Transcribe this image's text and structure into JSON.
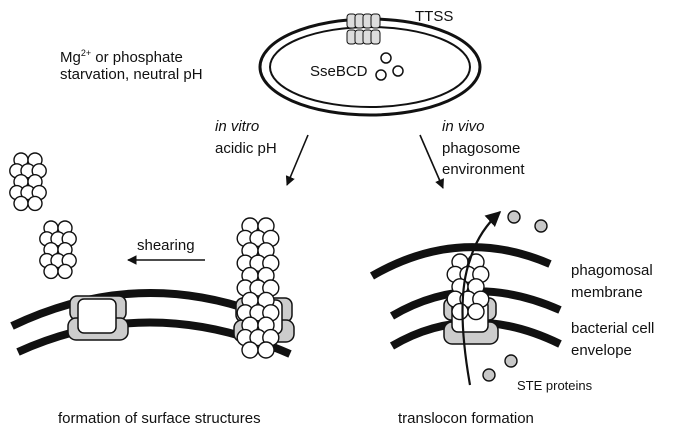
{
  "labels": {
    "ttss": "TTSS",
    "ssebcd": "SseBCD",
    "starvation": {
      "mg": "Mg",
      "charge": "2+",
      "rest": " or phosphate",
      "line2": "starvation, neutral pH"
    },
    "invitro": {
      "line1": "in vitro",
      "line2": "acidic pH"
    },
    "invivo": {
      "line1": "in vivo",
      "line2": "phagosome",
      "line3": "environment"
    },
    "shearing": "shearing",
    "phagosomal": {
      "line1": "phagomosal",
      "line2": "membrane"
    },
    "envelope": {
      "line1": "bacterial cell",
      "line2": "envelope"
    },
    "ste": "STE proteins",
    "caption_left": "formation of surface structures",
    "caption_right": "translocon formation"
  },
  "colors": {
    "line": "#111111",
    "fill": "#ffffff",
    "protein": "#c8c8c8",
    "block": "#e8e8e8"
  }
}
